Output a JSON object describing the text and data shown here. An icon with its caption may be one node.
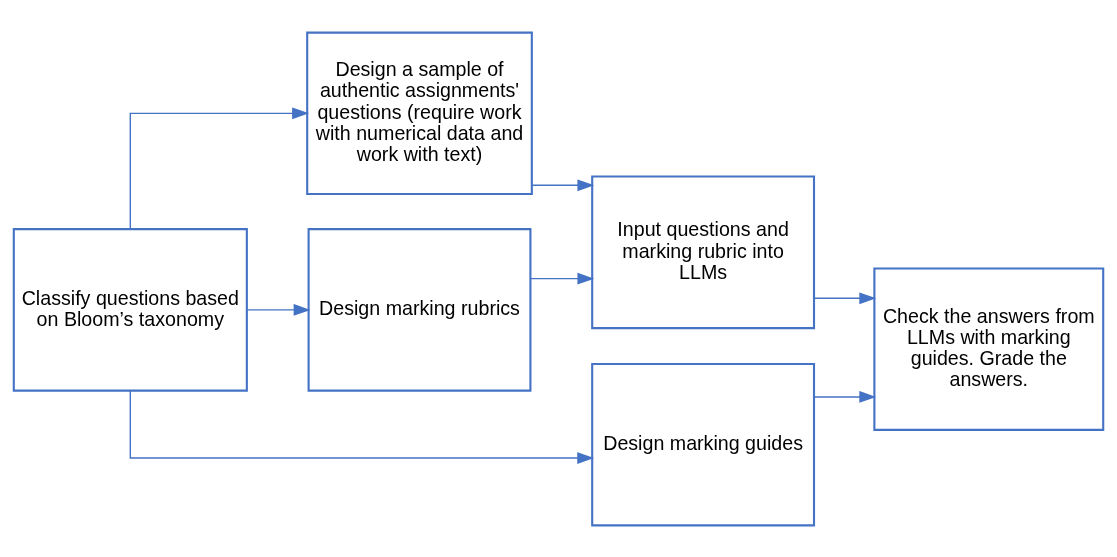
{
  "diagram": {
    "nodes": [
      {
        "text": [
          "Classify questions based on Bloom’s taxonomy"
        ]
      },
      {
        "text": [
          "Design a sample of authentic assignments' questions (require work with numerical data and work with text)"
        ]
      },
      {
        "text": [
          "Design marking rubrics"
        ]
      },
      {
        "text": [
          "Design marking guides"
        ]
      },
      {
        "text": [
          "Input questions and marking rubric into LLMs"
        ]
      },
      {
        "text": [
          "Check the answers from LLMs with marking guides. Grade the answers."
        ]
      }
    ],
    "edges": [
      {
        "from": 0,
        "to": 1,
        "arrow": "to"
      },
      {
        "from": 0,
        "to": 2,
        "arrow": "to"
      },
      {
        "from": 0,
        "to": 3,
        "arrow": "to"
      },
      {
        "from": 1,
        "to": 4,
        "arrow": "to"
      },
      {
        "from": 2,
        "to": 4,
        "arrow": "to"
      },
      {
        "from": 4,
        "to": 5,
        "arrow": "to"
      },
      {
        "from": 3,
        "to": 5,
        "arrow": "to"
      }
    ]
  }
}
